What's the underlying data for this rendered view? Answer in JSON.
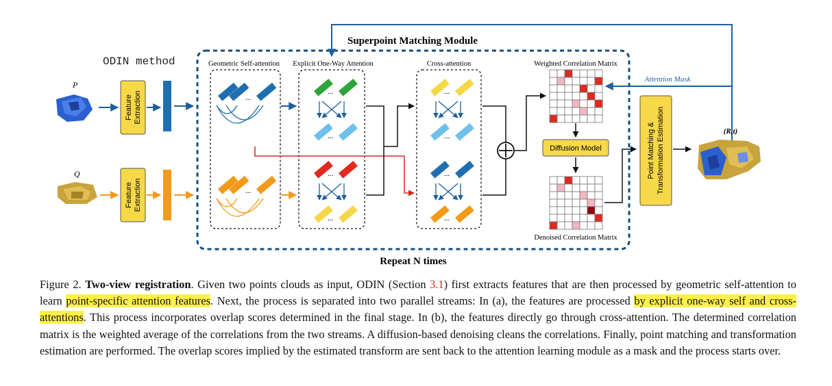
{
  "figure": {
    "odin_label": "ODIN method",
    "input_p": "P",
    "input_q": "Q",
    "feature_extraction": "Feature Extraction",
    "feature_extraction_line1": "Feature",
    "feature_extraction_line2": "Extraction",
    "smm_title": "Superpoint Matching Module",
    "geo_self_attention": "Geometric Self-attention",
    "explicit_attention": "Explicit One-Way Attention",
    "cross_attention": "Cross-attention",
    "weighted_matrix": "Weighted Correlation Matrix",
    "attention_mask": "Attention Mask",
    "diffusion_model": "Diffusion Model",
    "denoised_matrix": "Denoised Correlation Matrix",
    "repeat": "Repeat N times",
    "pm_line1": "Point Matching &",
    "pm_line2": "Transformation Estimation",
    "output": "(R,t)",
    "ellipsis": "...",
    "colors": {
      "blue_arrow": "#1f5f9a",
      "orange": "#f39a1a",
      "red": "#d8261f",
      "yellow_box": "#f7d848",
      "dark_blue": "#0f5b95"
    }
  },
  "caption": {
    "label": "Figure 2.",
    "title": "Two-view registration",
    "p1": ". Given two points clouds as input, ODIN (Section ",
    "ref": "3.1",
    "p2": ") first extracts features that are then processed by geometric self-attention to learn ",
    "hl1": "point-specific attention features",
    "p3": ". Next, the process is separated into two parallel streams: In (a), the features are processed ",
    "hl2": "by explicit one-way self and cross-attentions",
    "p4": ". This process incorporates overlap scores determined in the final stage. In (b), the features directly go through cross-attention. The determined correlation matrix is the weighted average of the correlations from the two streams. A diffusion-based denoising cleans the correlations. Finally, point matching and transformation estimation are performed. The overlap scores implied by the estimated transform are sent back to the attention learning module as a mask and the process starts over."
  }
}
